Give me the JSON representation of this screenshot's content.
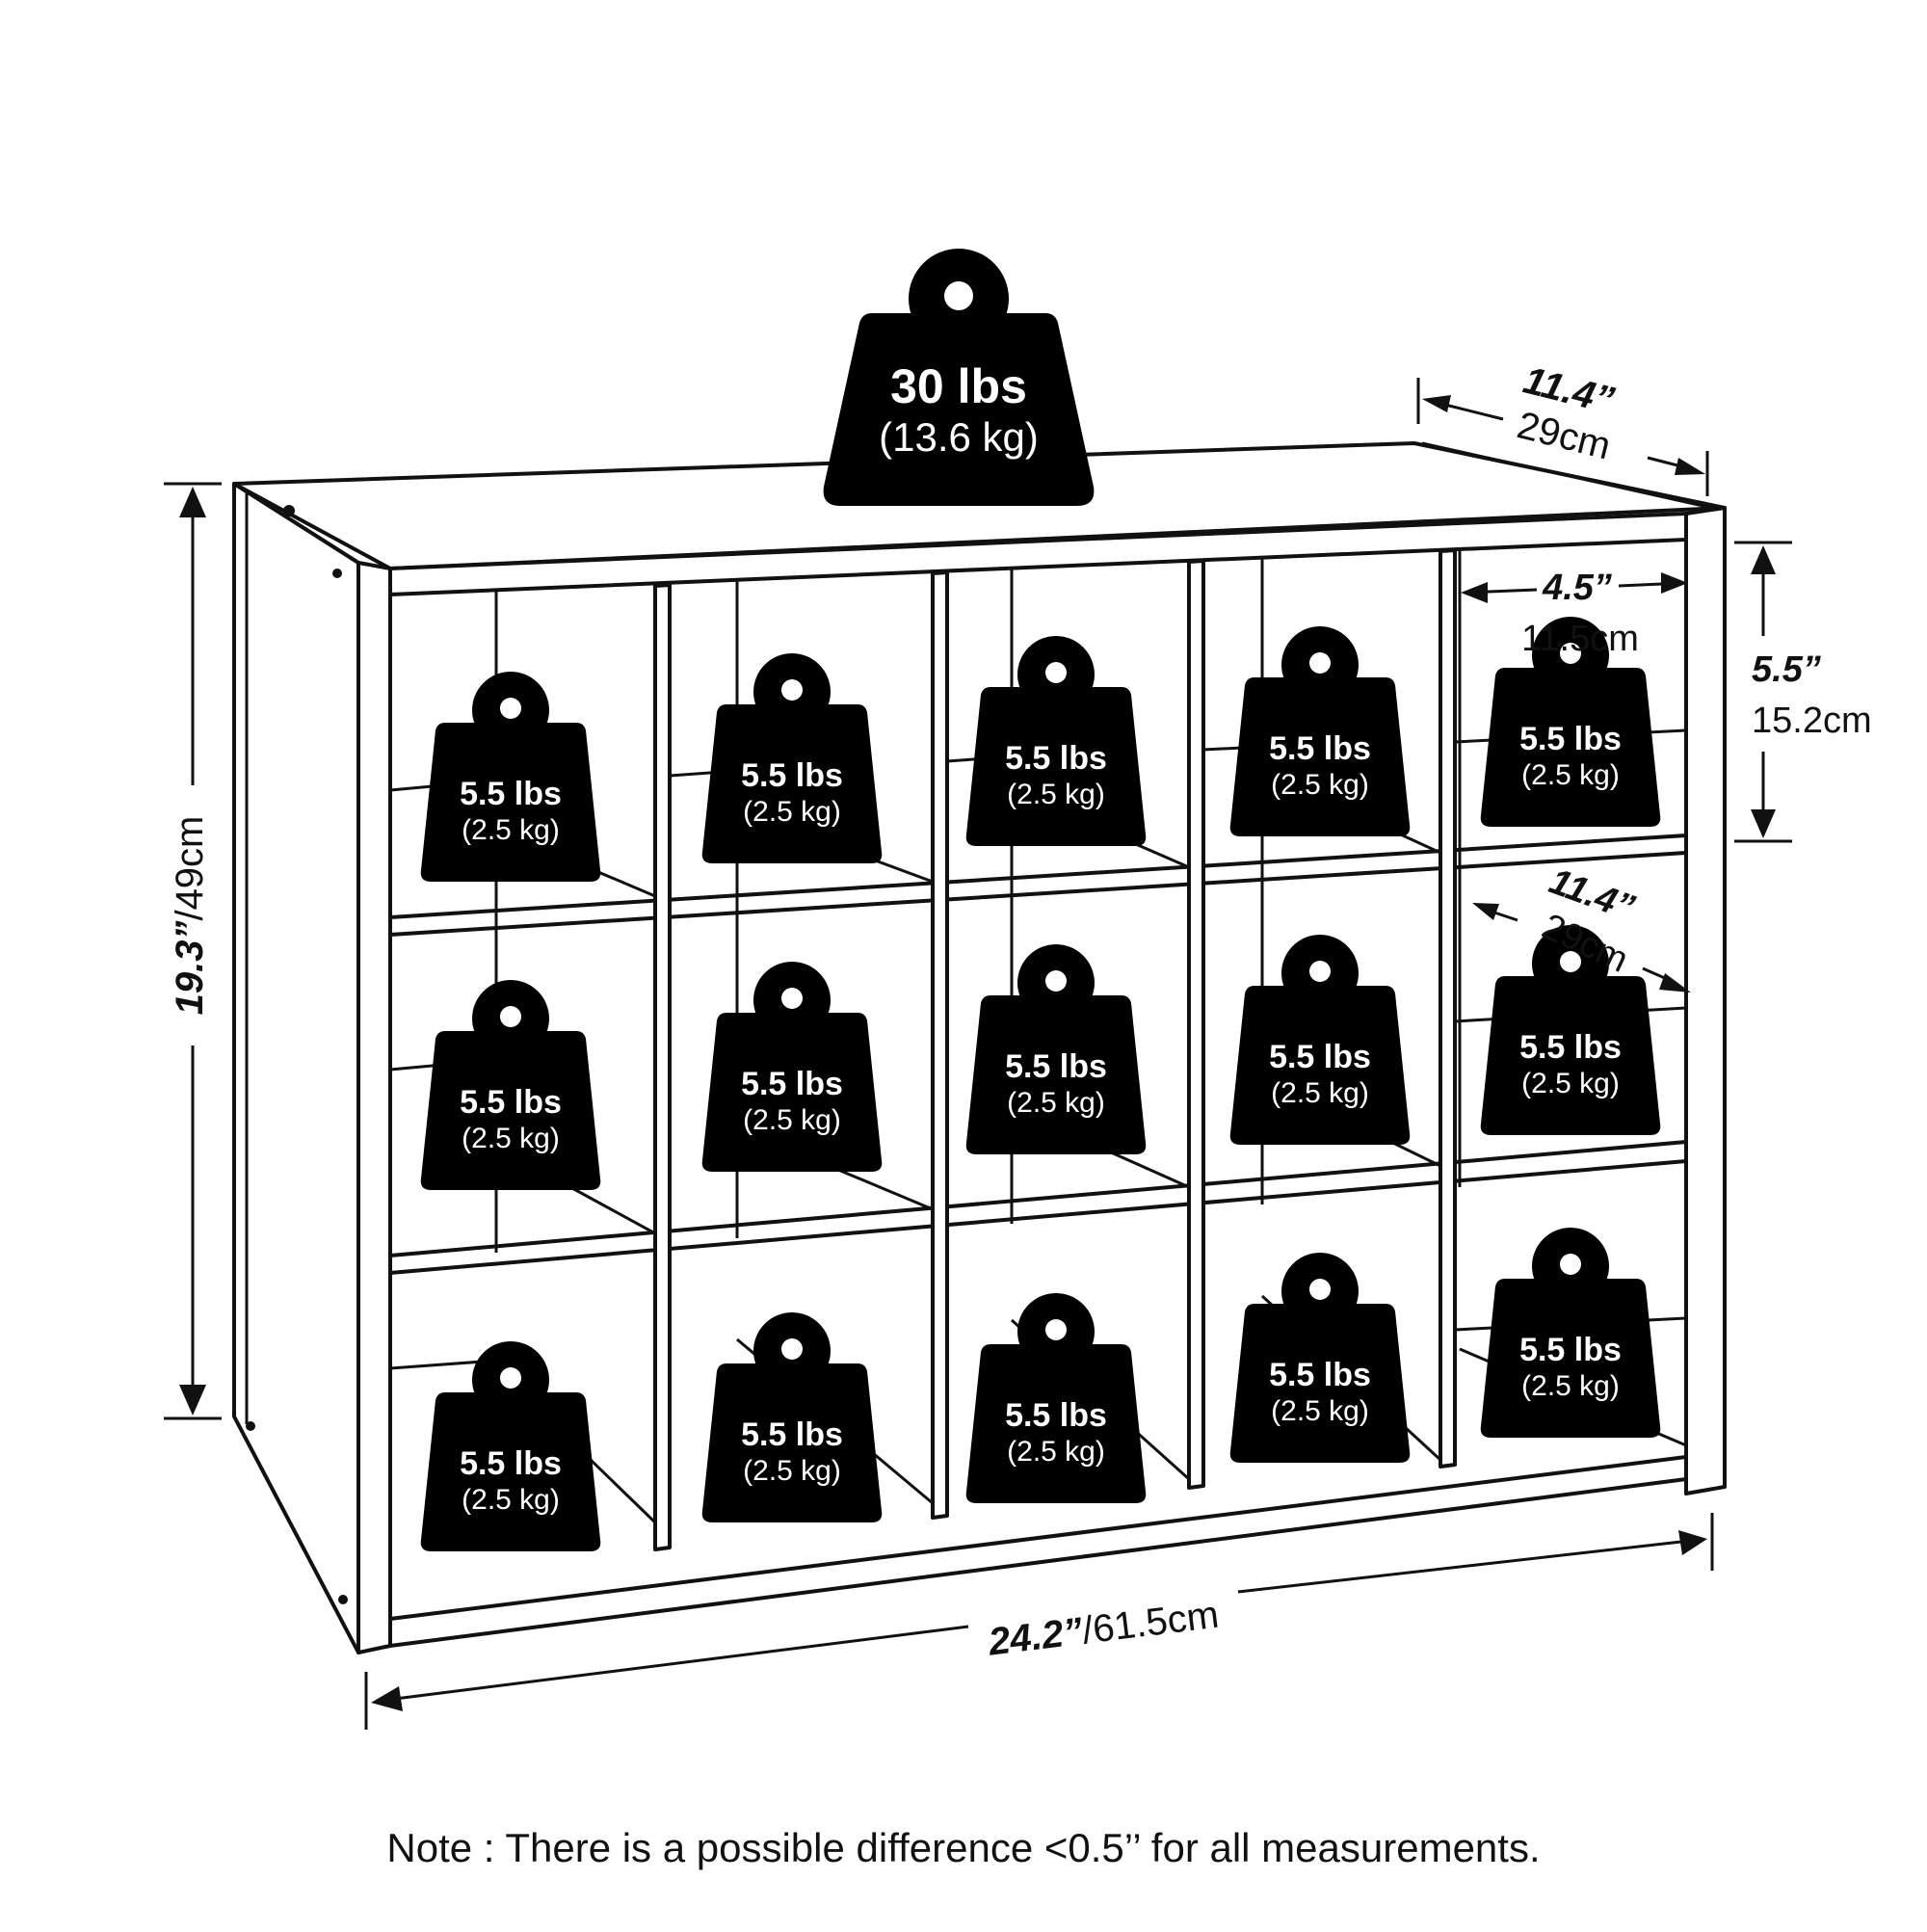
{
  "top_weight": {
    "lbs": "30 lbs",
    "kg": "(13.6 kg)"
  },
  "cubby_weight": {
    "lbs": "5.5 lbs",
    "kg": "(2.5 kg)"
  },
  "dimensions": {
    "depth_top": {
      "inches": "11.4”",
      "cm": "29cm"
    },
    "cubby_width": {
      "inches": "4.5”",
      "cm": "11.5cm"
    },
    "cubby_height": {
      "inches": "5.5”",
      "cm": "15.2cm"
    },
    "cubby_depth": {
      "inches": "11.4”",
      "cm": "29cm"
    },
    "height": {
      "inches": "19.3”",
      "cm": "/49cm"
    },
    "width": {
      "inches": "24.2”",
      "cm": "/61.5cm"
    }
  },
  "note": "Note : There is a possible difference <0.5’’ for all measurements.",
  "colors": {
    "ink": "#111111",
    "weight_fill": "#000000",
    "background": "#ffffff"
  }
}
